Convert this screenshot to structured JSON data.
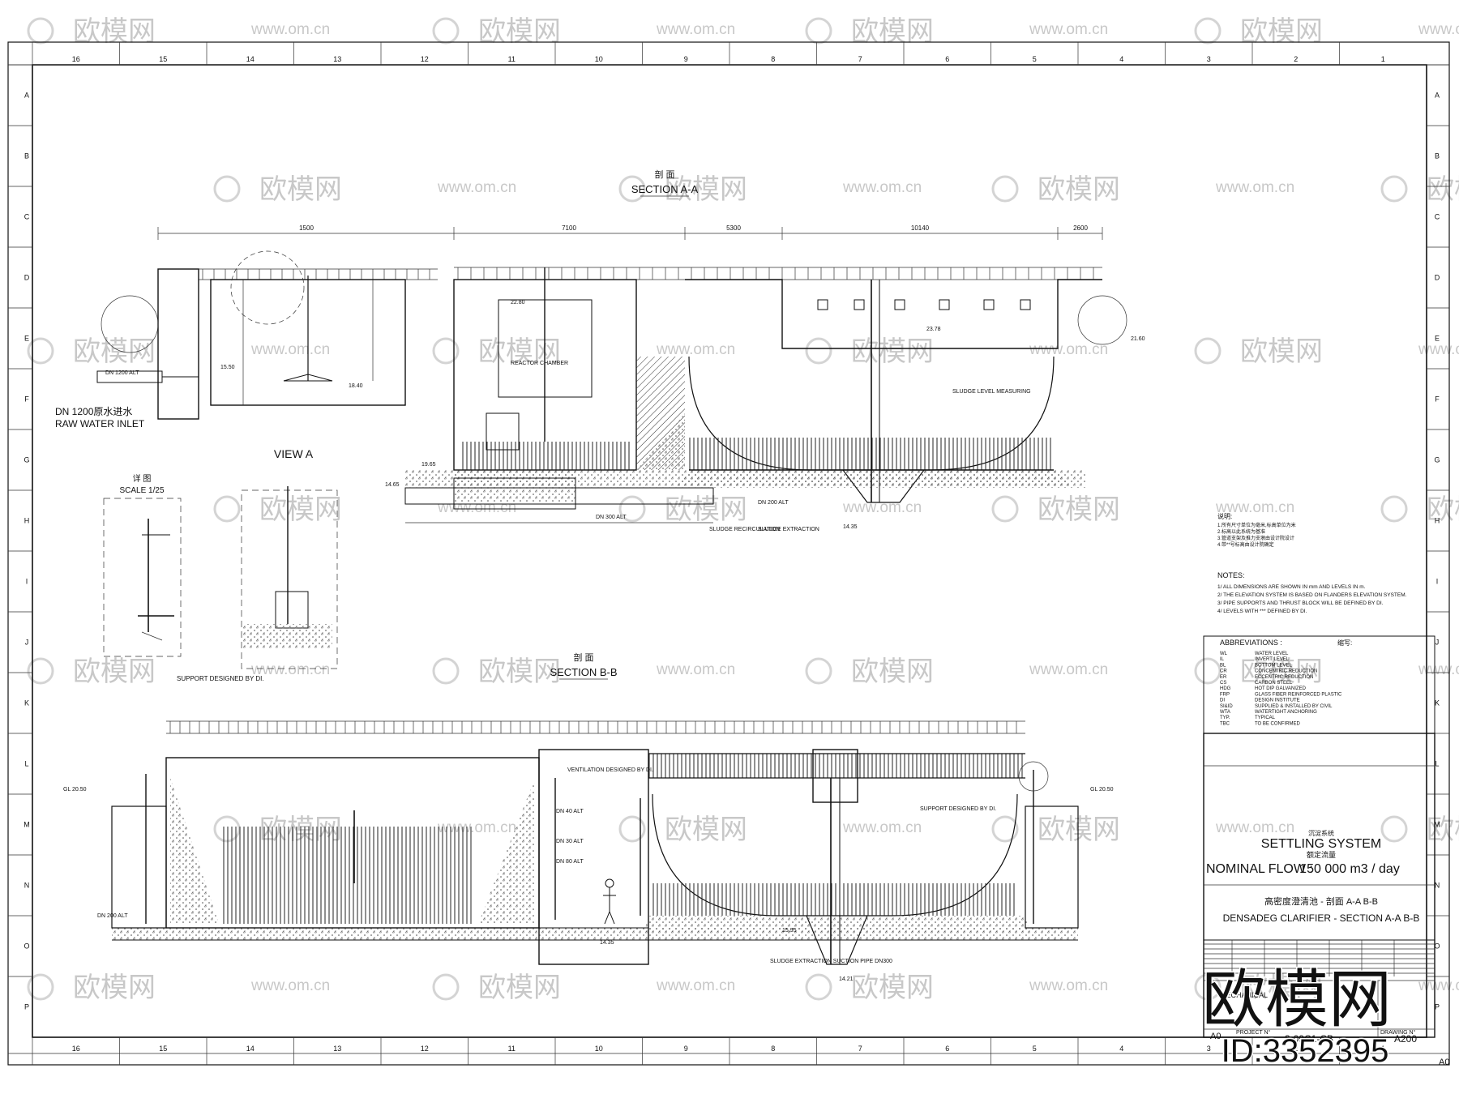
{
  "watermark": {
    "brand": "欧模网",
    "url": "www.om.cn"
  },
  "border": {
    "col_numbers_top": [
      "16",
      "15",
      "14",
      "13",
      "12",
      "11",
      "10",
      "9",
      "8",
      "7",
      "6",
      "5",
      "4",
      "3",
      "2",
      "1"
    ],
    "col_numbers_bottom": [
      "16",
      "15",
      "14",
      "13",
      "12",
      "11",
      "10",
      "9",
      "8",
      "7",
      "6",
      "5",
      "4",
      "3",
      "2",
      "1"
    ],
    "row_letters": [
      "A",
      "B",
      "C",
      "D",
      "E",
      "F",
      "G",
      "H",
      "I",
      "J",
      "K",
      "L",
      "M",
      "N",
      "O",
      "P"
    ],
    "sheet_size": "A0"
  },
  "section_aa": {
    "title_cn": "剖 面",
    "title_en": "SECTION A-A",
    "raw_inlet_cn": "DN 1200原水进水",
    "raw_inlet_en": "RAW WATER INLET",
    "view_a_label": "VIEW A",
    "labels": [
      "REACTOR CHAMBER",
      "SLUDGE RECIRCULATION",
      "SLUDGE EXTRACTION",
      "SLUDGE LEVEL MEASURING",
      "22.80",
      "15.50",
      "18.40",
      "19.65",
      "14.65",
      "14.35",
      "23.78",
      "21.60",
      "DN 1200 ALT",
      "DN 200 ALT",
      "DN 300 ALT"
    ],
    "dims_top": [
      "1500",
      "7100",
      "5300",
      "10140",
      "2600"
    ]
  },
  "section_bb": {
    "title_cn": "剖 面",
    "title_en": "SECTION B-B",
    "labels": [
      "VENTILATION DESIGNED BY DI.",
      "DN 40 ALT",
      "DN 30 ALT",
      "DN 80 ALT",
      "SUPPORT DESIGNED BY DI.",
      "GL 20.50",
      "GL 20.50",
      "DN 200 ALT",
      "SLUDGE EXTRACTION SUCTION PIPE DN300",
      "14.35",
      "14.21",
      "15.95"
    ]
  },
  "detail": {
    "title_cn": "详 图",
    "scale": "SCALE 1/25",
    "support": "SUPPORT DESIGNED BY DI."
  },
  "notes": {
    "title_cn": "说明:",
    "cn_lines": [
      "1.所有尺寸单位为毫米,标高单位为米",
      "2.标高以此系统为基准",
      "3.管道支架及推力支墩由设计院设计",
      "4.带**号标高由设计院确定"
    ],
    "title": "NOTES:",
    "lines": [
      "1/ ALL DIMENSIONS ARE SHOWN IN mm AND LEVELS IN m.",
      "2/ THE ELEVATION SYSTEM IS BASED ON FLANDERS ELEVATION SYSTEM.",
      "3/ PIPE SUPPORTS AND THRUST BLOCK WILL BE DEFINED BY DI.",
      "4/ LEVELS WITH *** DEFINED BY DI."
    ]
  },
  "abbreviations": {
    "title": "ABBREVIATIONS :",
    "title_cn": "缩写:",
    "rows": [
      [
        "WL",
        "WATER LEVEL"
      ],
      [
        "IL",
        "INVERT LEVEL"
      ],
      [
        "BL",
        "BOTTOM LEVEL"
      ],
      [
        "CR",
        "CONCENTRIC REDUCTION"
      ],
      [
        "ER",
        "ECCENTRIC REDUCTION"
      ],
      [
        "CS",
        "CARBON STEEL"
      ],
      [
        "HDG",
        "HOT DIP GALVANIZED"
      ],
      [
        "FRP",
        "GLASS FIBER REINFORCED PLASTIC"
      ],
      [
        "DI",
        "DESIGN INSTITUTE"
      ],
      [
        "SI&ID",
        "SUPPLIED & INSTALLED BY CIVIL"
      ],
      [
        "WTA",
        "WATERTIGHT ANCHORING"
      ],
      [
        "TYP.",
        "TYPICAL"
      ],
      [
        "TBC",
        "TO BE CONFIRMED"
      ]
    ]
  },
  "title_block": {
    "system_cn": "沉淀系统",
    "system": "SETTLING SYSTEM",
    "flow_cn": "额定流量",
    "flow_label": "NOMINAL FLOW :",
    "flow_value": "150 000 m3 / day",
    "drawing_cn": "高密度澄清池 - 剖面 A-A B-B",
    "drawing_en": "DENSADEG CLARIFIER - SECTION A-A B-B",
    "sheet": "A0",
    "project_no_label": "PROJECT N°",
    "project_no": "3-09C1-CB",
    "drawing_no_label": "DRAWING N°",
    "drawing_no": "A200",
    "discipline": "MECHANICAL"
  },
  "brand_overlay": {
    "brand": "欧模网",
    "id": "ID:3352395"
  }
}
